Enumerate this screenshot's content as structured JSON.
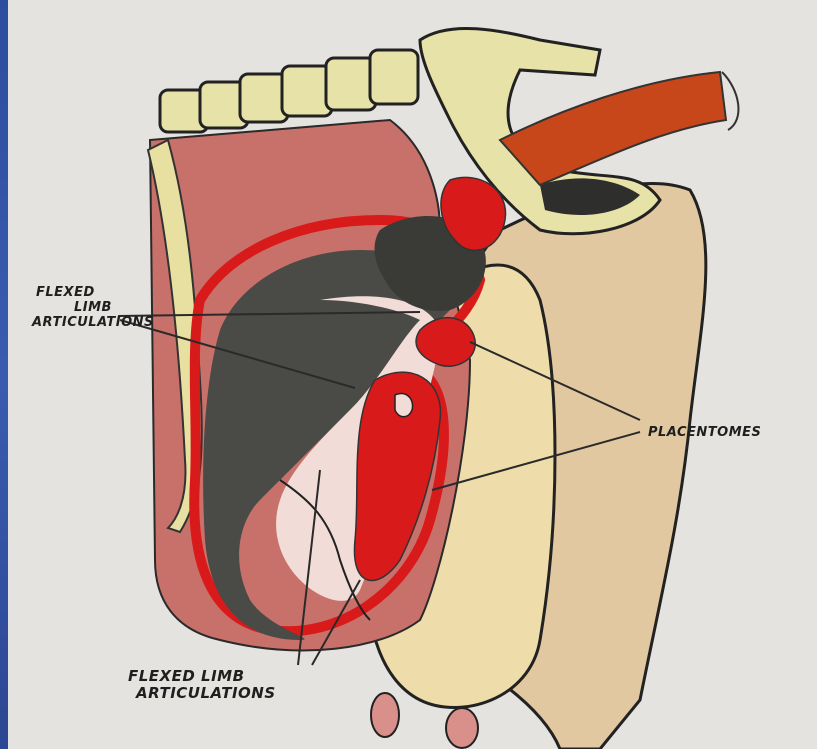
{
  "labels": {
    "upper_left": [
      "FLEXED",
      "LIMB",
      "ARTICULATIONS"
    ],
    "placentomes": "PLACENTOMES",
    "lower": [
      "FLEXED  LIMB",
      "ARTICULATIONS"
    ]
  },
  "colors": {
    "background": "#e4e3e0",
    "bone": "#e6e2a8",
    "uterine_wall": "#c8706a",
    "placentome": "#d81a1a",
    "rectum": "#c8471a",
    "calf_dark": "#4a4a46",
    "calf_white": "#f1dcd8",
    "udder_body": "#e8d4a4",
    "edge_bar": "#3a5cb0"
  }
}
